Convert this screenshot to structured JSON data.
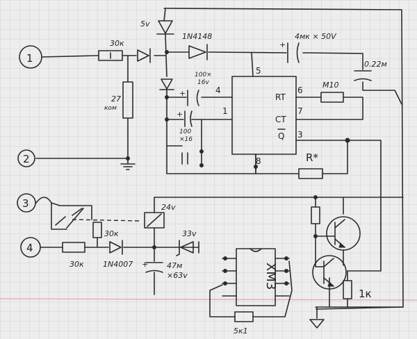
{
  "terminals": [
    "1",
    "2",
    "3",
    "4"
  ],
  "labels": {
    "supply_5v": "5v",
    "r_input_1": "30к",
    "r_27k": "27",
    "r_27k_unit": "ком",
    "diode_1n4148": "1N4148",
    "cap_top": "4мк × 50V",
    "cap_100_a_value": "100×",
    "cap_100_a_voltage": "16v",
    "cap_100_b_value": "100",
    "cap_100_b_voltage": "×16",
    "cap_022": "0.22м",
    "r_m10": "M10",
    "r_star": "R*",
    "relay_24v": "24v",
    "zener_33v": "33v",
    "r_30k_relay": "30к",
    "r_30k_bottom": "30к",
    "diode_1n4007": "1N4007",
    "cap_47_value": "47м",
    "cap_47_voltage": "×63v",
    "chip_xm3": "XM3",
    "r_5k1": "5к1",
    "r_1k": "1к"
  },
  "ic_pins": {
    "p1": "1",
    "p3": "3",
    "p4": "4",
    "p5": "5",
    "p6": "6",
    "p7": "7",
    "p8": "8",
    "rt": "RT",
    "ct": "CT",
    "q": "Q"
  },
  "colors": {
    "paper": "#ededed",
    "grid": "#c4ccd8",
    "ink": "#2b2b2b",
    "margin_line": "#e7a3a3"
  }
}
